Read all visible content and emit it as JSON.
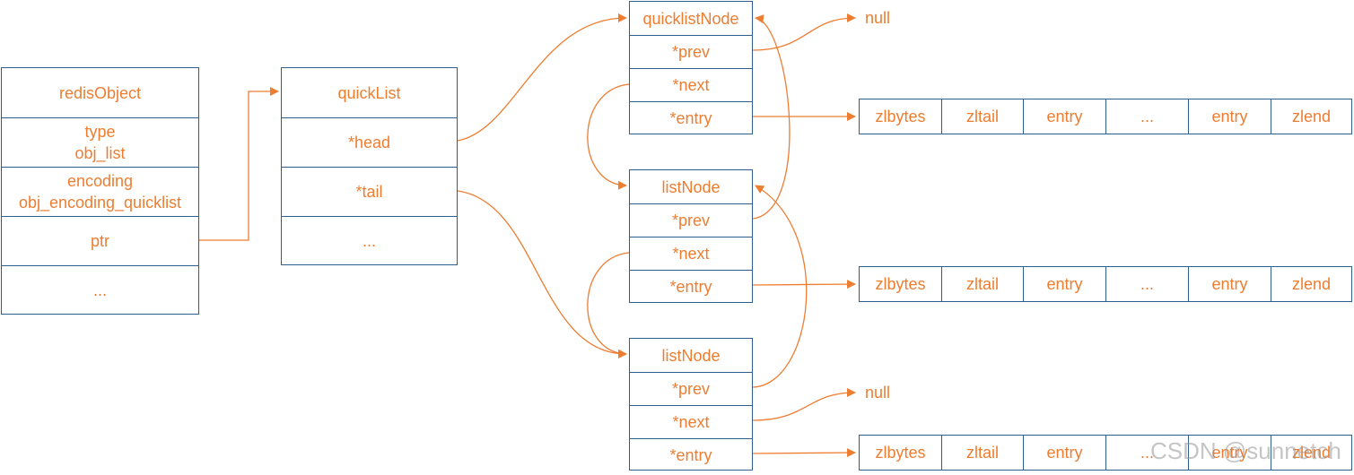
{
  "colors": {
    "line": "#ed7d31",
    "border": "#2e5f8e",
    "text": "#ed7d31"
  },
  "redis_object": {
    "title": "redisObject",
    "type_label": "type",
    "type_value": "obj_list",
    "encoding_label": "encoding",
    "encoding_value": "obj_encoding_quicklist",
    "ptr": "ptr",
    "more": "..."
  },
  "quicklist": {
    "title": "quickList",
    "head": "*head",
    "tail": "*tail",
    "more": "..."
  },
  "nodes": [
    {
      "title": "quicklistNode",
      "prev": "*prev",
      "next": "*next",
      "entry": "*entry"
    },
    {
      "title": "listNode",
      "prev": "*prev",
      "next": "*next",
      "entry": "*entry"
    },
    {
      "title": "listNode",
      "prev": "*prev",
      "next": "*next",
      "entry": "*entry"
    }
  ],
  "ziplist_cells": [
    "zlbytes",
    "zltail",
    "entry",
    "...",
    "entry",
    "zlend"
  ],
  "null_labels": [
    "null",
    "null"
  ],
  "watermark": "CSDN @sunnetch"
}
